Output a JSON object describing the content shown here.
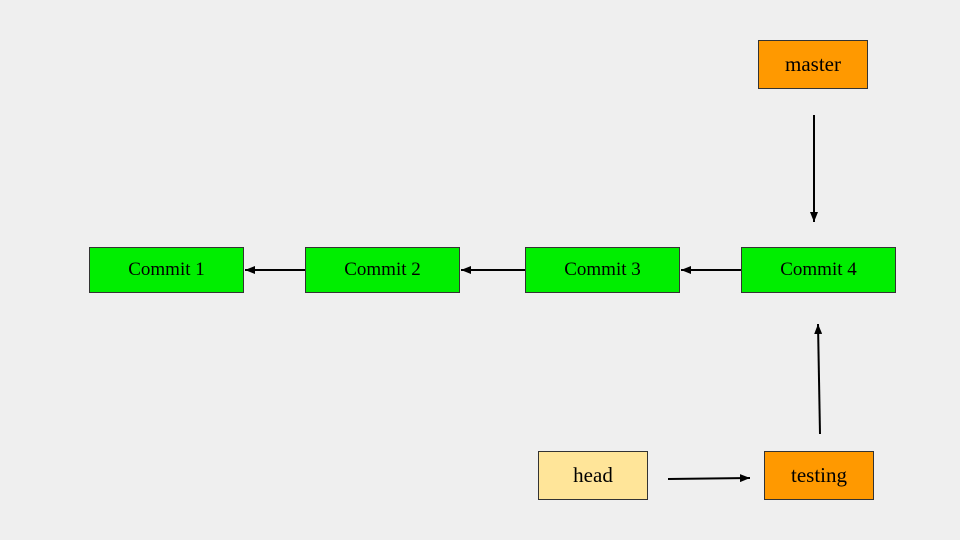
{
  "colors": {
    "background": "#efefef",
    "commit_fill": "#00ee00",
    "branch_fill": "#ff9900",
    "head_fill": "#ffe599",
    "border": "#333333",
    "arrow": "#000000"
  },
  "commits": [
    {
      "label": "Commit 1"
    },
    {
      "label": "Commit 2"
    },
    {
      "label": "Commit 3"
    },
    {
      "label": "Commit 4"
    }
  ],
  "refs": {
    "master": {
      "label": "master"
    },
    "testing": {
      "label": "testing"
    },
    "head": {
      "label": "head"
    }
  }
}
